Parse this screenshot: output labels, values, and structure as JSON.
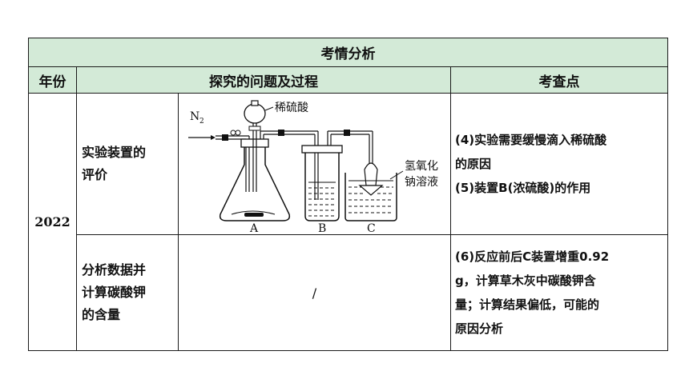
{
  "table": {
    "title": "考情分析",
    "headers": [
      "年份",
      "探究的问题及过程",
      "考查点"
    ],
    "year": "2022",
    "rows": [
      {
        "topic_lines": [
          "实验装置的",
          "评价"
        ],
        "process": "",
        "points_lines": [
          "(4)实验需要缓慢滴入稀硫酸",
          "的原因",
          "(5)装置B(浓硫酸)的作用"
        ]
      },
      {
        "topic_lines": [
          "分析数据并",
          "计算碳酸钾",
          "的含量"
        ],
        "process": "/",
        "points_lines": [
          "(6)反应前后C装置增重0.92",
          "g，计算草木灰中碳酸钾含",
          "量；计算结果偏低，可能的",
          "原因分析"
        ]
      }
    ]
  },
  "diagram": {
    "gas_label": "N",
    "gas_subscript": "2",
    "funnel_label": "稀硫酸",
    "solution_label_line1": "氢氧化",
    "solution_label_line2": "钠溶液",
    "flask_labels": [
      "A",
      "B",
      "C"
    ]
  }
}
